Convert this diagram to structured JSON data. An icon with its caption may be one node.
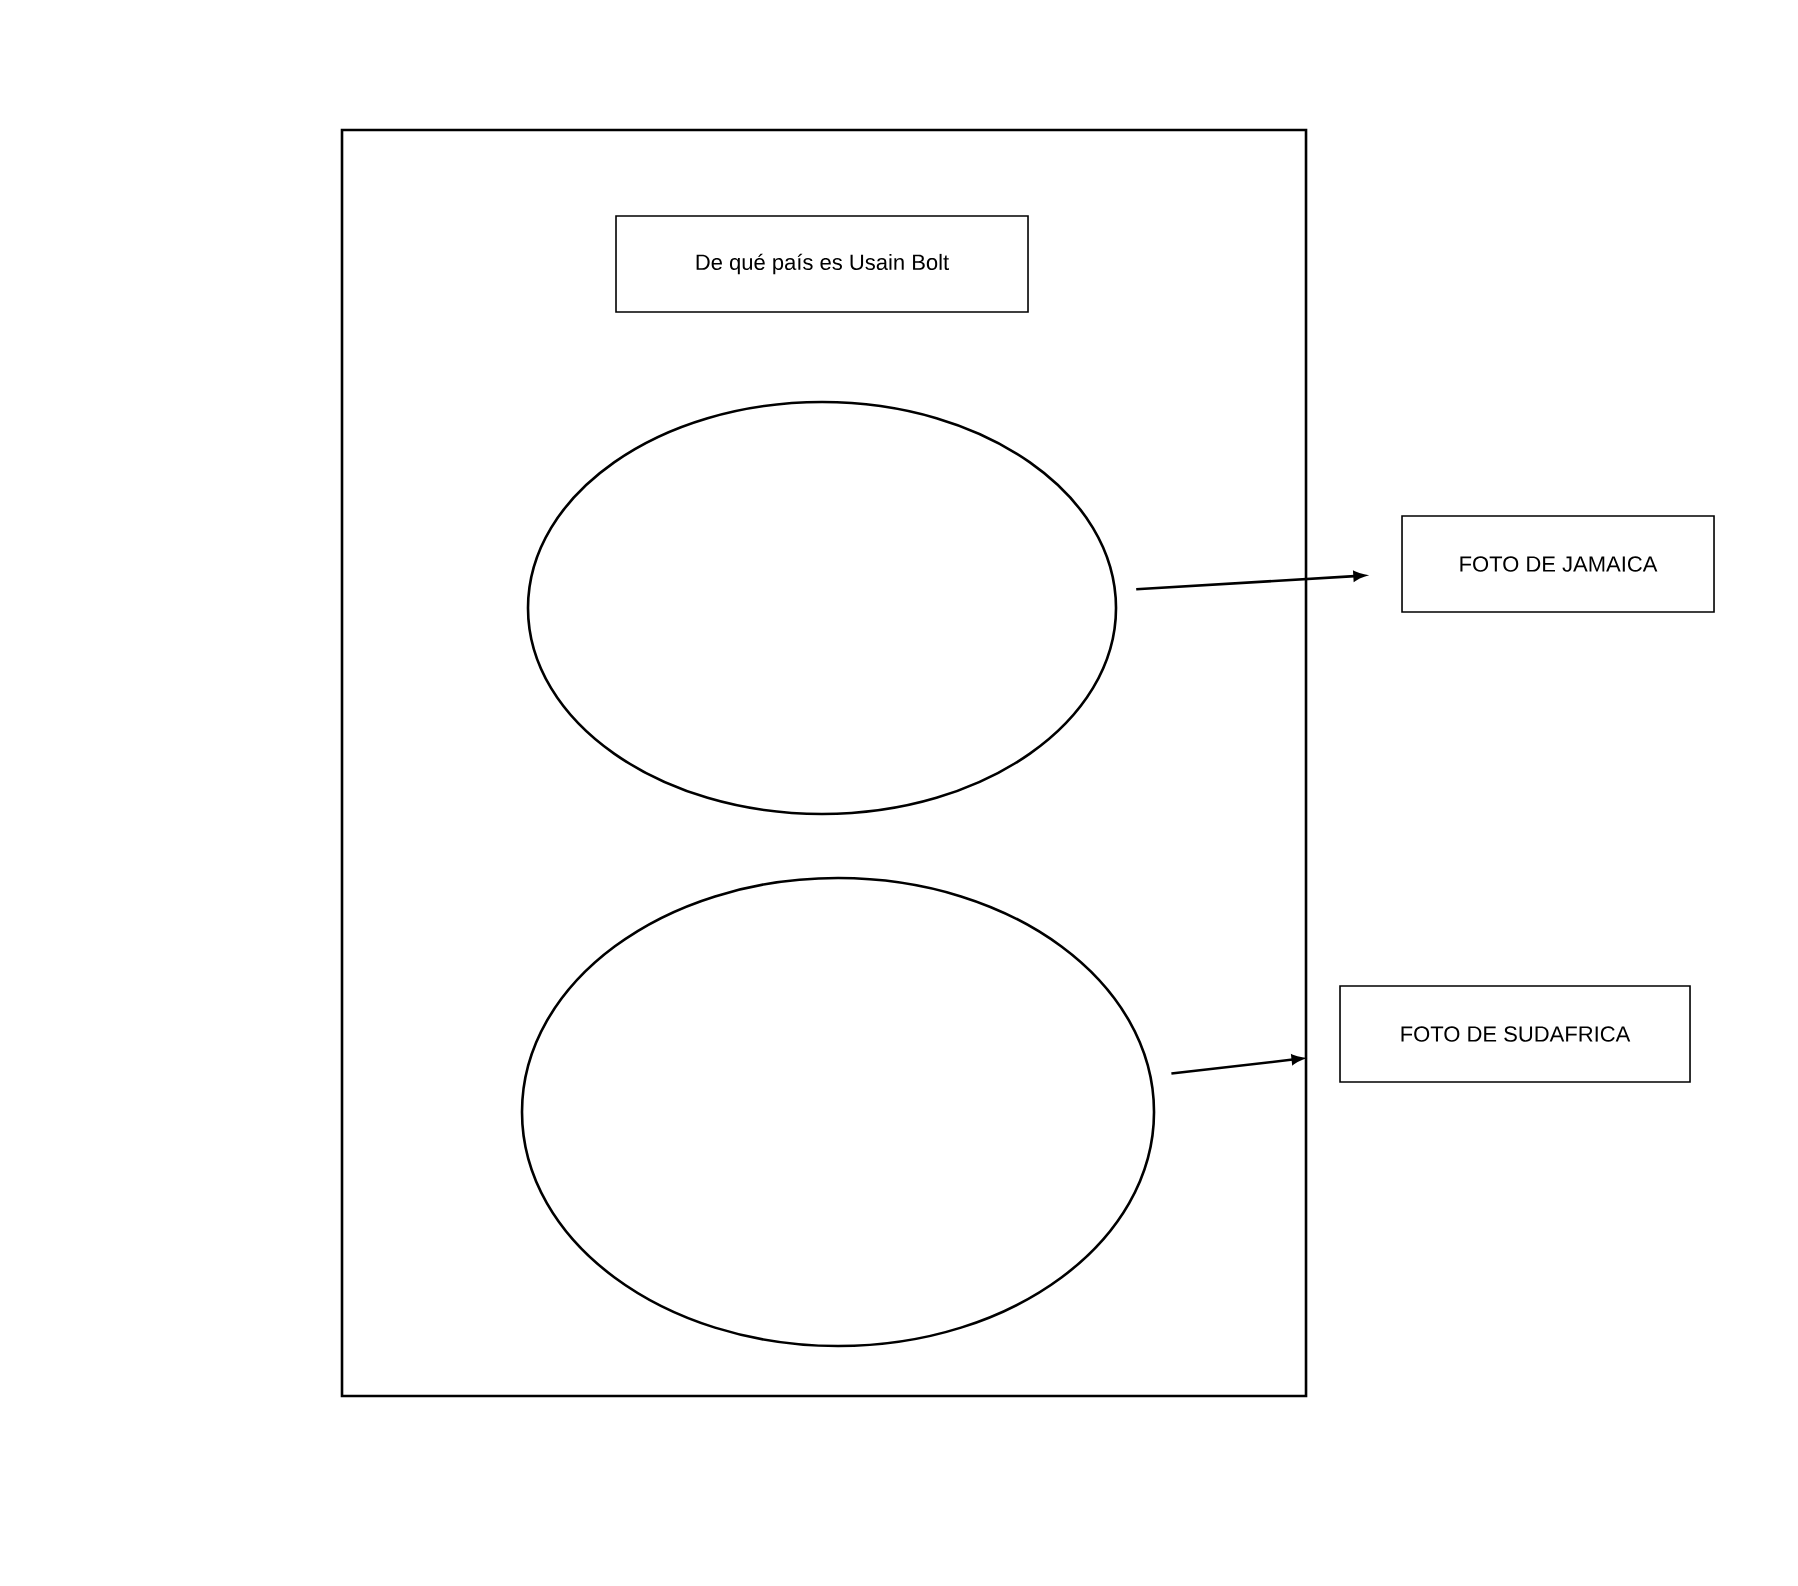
{
  "diagram": {
    "nodes": [
      {
        "text": [],
        "shape": "box"
      },
      {
        "text": [
          "De qué país es Usain Bolt"
        ],
        "in": 0
      },
      {
        "text": [],
        "shape": "ellipse",
        "in": 0
      },
      {
        "text": [],
        "shape": "ellipse",
        "in": 0
      },
      {
        "text": [
          "FOTO DE JAMAICA"
        ]
      },
      {
        "text": [
          "FOTO DE SUDAFRICA"
        ]
      }
    ],
    "edges": [
      {
        "from": 2,
        "to": 4,
        "arrow": "to"
      },
      {
        "from": 3,
        "to": 5,
        "arrow": "to"
      }
    ]
  }
}
